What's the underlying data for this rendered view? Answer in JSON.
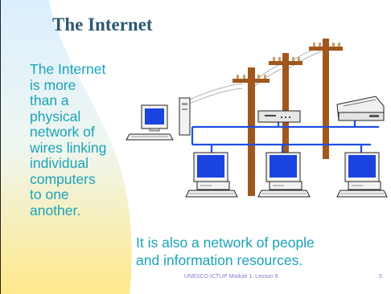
{
  "slide": {
    "title": "The Internet",
    "body_left": "The Internet\nis more\nthan a\nphysical\nnetwork of\nwires linking\nindividual\ncomputers\nto one\nanother.",
    "body_bottom": "It is also a network of people\nand information resources.",
    "footer": "UNESCO ICTLIP Module 1. Lesson 6",
    "page_number": "5"
  },
  "colors": {
    "title": "#2f5870",
    "body_text": "#1aa3b8",
    "footer_text": "#8a7ac8",
    "network_cable": "#1f4fe0",
    "utility_pole": "#a0571c",
    "monitor_screen": "#1a44e0",
    "background_wash": "#ffe98a"
  },
  "icons": [
    "utility-pole-icon",
    "computer-icon",
    "router-icon",
    "printer-icon"
  ]
}
